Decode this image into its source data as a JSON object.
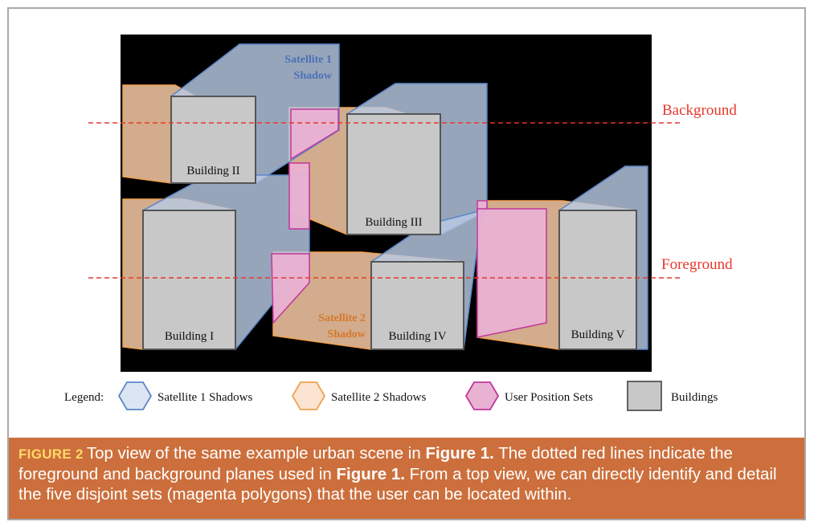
{
  "diagram": {
    "planes": {
      "background": "Background",
      "foreground": "Foreground"
    },
    "shadow_labels": {
      "satellite1": [
        "Satellite 1",
        "Shadow"
      ],
      "satellite2": [
        "Satellite 2",
        "Shadow"
      ]
    },
    "buildings": [
      "Building I",
      "Building II",
      "Building III",
      "Building IV",
      "Building V"
    ],
    "legend": {
      "title": "Legend:",
      "items": [
        "Satellite 1 Shadows",
        "Satellite 2 Shadows",
        "User Position Sets",
        "Buildings"
      ]
    },
    "colors": {
      "scene_background": "#000000",
      "satellite1_fill": "#b8c9e4",
      "satellite1_stroke": "#5b86c5",
      "satellite2_fill": "#ddb594",
      "satellite2_stroke": "#f0a050",
      "user_fill": "#e9b1d2",
      "user_stroke": "#c0379a",
      "building_fill": "#c8c8c8",
      "building_stroke": "#555555",
      "plane_line": "#e8382b",
      "satellite1_label": "#4a72b5",
      "satellite2_label": "#d6782a"
    }
  },
  "caption": {
    "label": "FIGURE 2",
    "text_1": "Top view of the same example urban scene in ",
    "ref_1": "Figure 1.",
    "text_2": " The dotted red lines indicate the foreground and background planes used in ",
    "ref_2": "Figure 1.",
    "text_3": " From a top view, we can directly identify and detail the five disjoint sets (magenta polygons) that the user can be located within."
  }
}
